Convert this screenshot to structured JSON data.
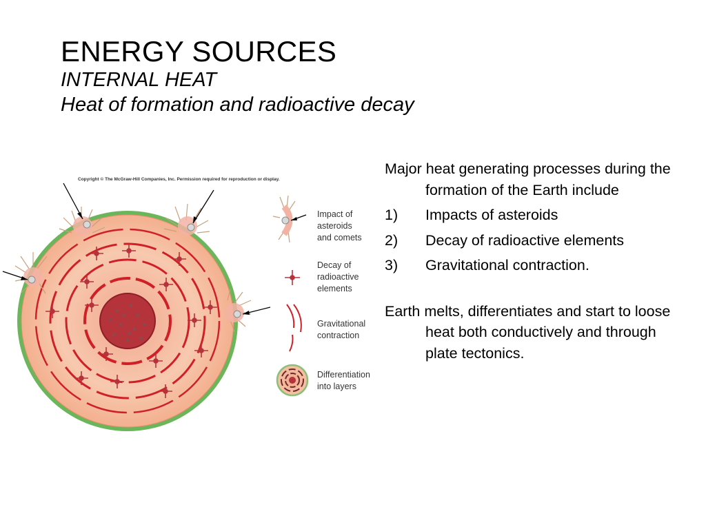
{
  "title": {
    "main": "ENERGY SOURCES",
    "sub1": "INTERNAL HEAT",
    "sub2": "Heat of formation and radioactive decay"
  },
  "figure": {
    "copyright": "Copyright © The McGraw-Hill Companies, Inc. Permission required for reproduction or display.",
    "legend": [
      {
        "line1": "Impact of",
        "line2": "asteroids",
        "line3": "and comets"
      },
      {
        "line1": "Decay of",
        "line2": "radioactive",
        "line3": "elements"
      },
      {
        "line1": "Gravitational",
        "line2": "contraction"
      },
      {
        "line1": "Differentiation",
        "line2": "into layers"
      }
    ]
  },
  "text": {
    "intro": "Major heat generating processes during the formation of the Earth include",
    "items": [
      {
        "num": "1)",
        "text": "Impacts of asteroids"
      },
      {
        "num": "2)",
        "text": "Decay of radioactive elements"
      },
      {
        "num": "3)",
        "text": "Gravitational contraction."
      }
    ],
    "conclusion": "Earth melts, differentiates and start to loose heat both conductively and through plate tectonics."
  },
  "colors": {
    "core": "#b5333a",
    "mantle": "#f6c3a6",
    "crust_green": "#5fae4f",
    "red_marks": "#cf2027"
  }
}
